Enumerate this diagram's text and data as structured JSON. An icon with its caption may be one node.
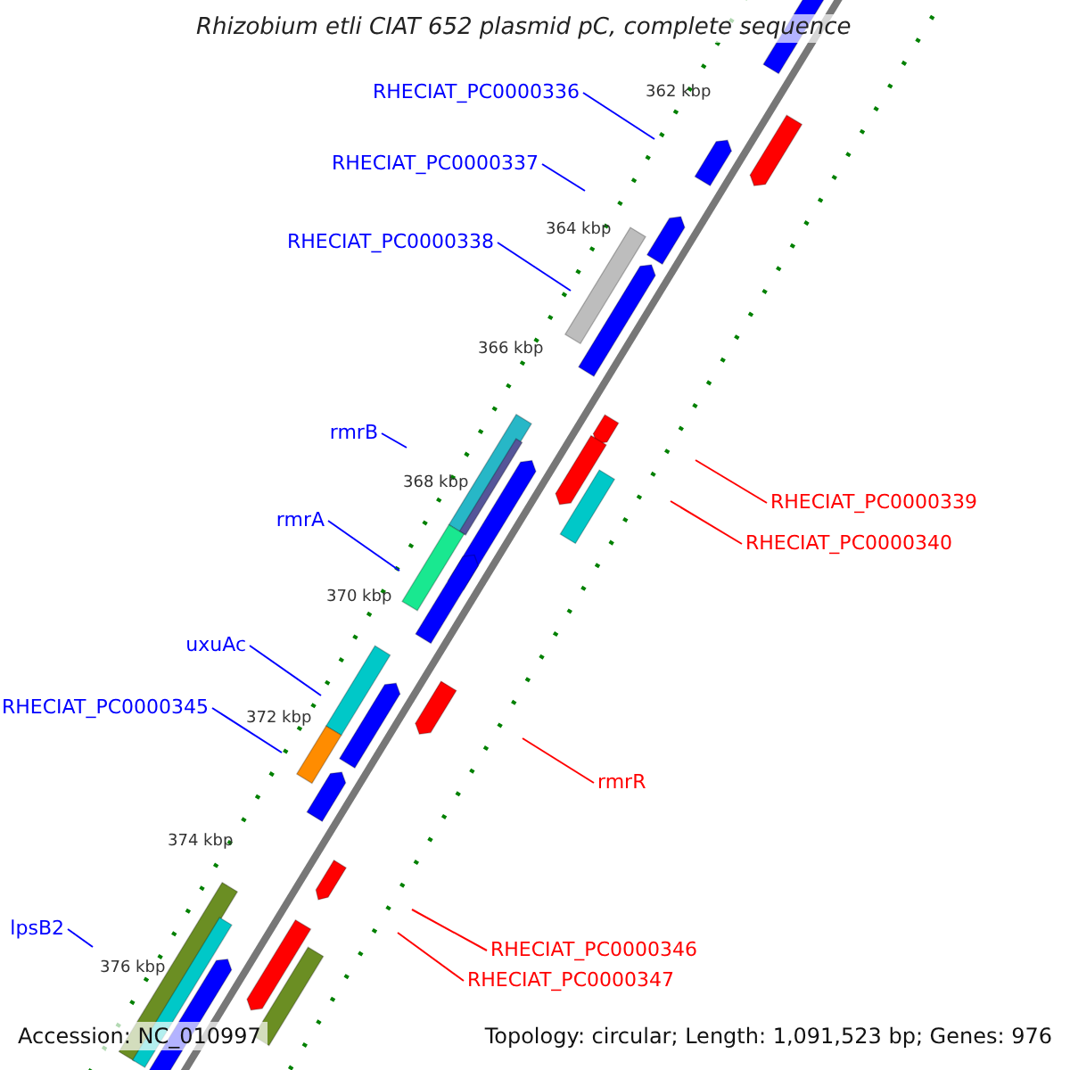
{
  "diagram": {
    "title": "Rhizobium etli CIAT 652 plasmid pC, complete sequence",
    "nodes": [
      {
        "text": [
          "RHECIAT_PC0000336"
        ]
      },
      {
        "text": [
          "RHECIAT_PC0000337"
        ]
      },
      {
        "text": [
          "RHECIAT_PC0000338"
        ]
      },
      {
        "text": [
          "rmrB"
        ]
      },
      {
        "text": [
          "RHECIAT_PC0000339"
        ]
      },
      {
        "text": [
          "rmrA"
        ]
      },
      {
        "text": [
          "RHECIAT_PC0000340"
        ]
      },
      {
        "text": [
          "uxuAc"
        ]
      },
      {
        "text": [
          "RHECIAT_PC0000345"
        ]
      },
      {
        "text": [
          "rmrR"
        ]
      },
      {
        "text": [
          "lpsB2"
        ]
      },
      {
        "text": [
          "RHECIAT_PC0000346"
        ]
      },
      {
        "text": [
          "RHECIAT_PC0000347"
        ]
      }
    ],
    "edges": [
      {
        "from": 0,
        "to": null,
        "arrow": "none"
      },
      {
        "from": 1,
        "to": null,
        "arrow": "none"
      },
      {
        "from": 2,
        "to": null,
        "arrow": "none"
      },
      {
        "from": 3,
        "to": null,
        "arrow": "none"
      },
      {
        "from": 4,
        "to": null,
        "arrow": "none",
        "color": "#ff0000"
      },
      {
        "from": 5,
        "to": null,
        "arrow": "none"
      },
      {
        "from": 6,
        "to": null,
        "arrow": "none",
        "color": "#ff0000"
      },
      {
        "from": 7,
        "to": null,
        "arrow": "none"
      },
      {
        "from": 8,
        "to": null,
        "arrow": "none"
      },
      {
        "from": 9,
        "to": null,
        "arrow": "none",
        "color": "#ff0000"
      },
      {
        "from": 10,
        "to": null,
        "arrow": "none"
      },
      {
        "from": 11,
        "to": null,
        "arrow": "none",
        "color": "#ff0000"
      },
      {
        "from": 12,
        "to": null,
        "arrow": "none",
        "color": "#ff0000"
      }
    ],
    "labels": [
      "362 kbp",
      "364 kbp",
      "366 kbp",
      "368 kbp",
      "370 kbp",
      "372 kbp",
      "374 kbp",
      "376 kbp",
      "Accession: NC_010997",
      "Topology: circular; Length: 1,091,523 bp; Genes: 976"
    ]
  }
}
